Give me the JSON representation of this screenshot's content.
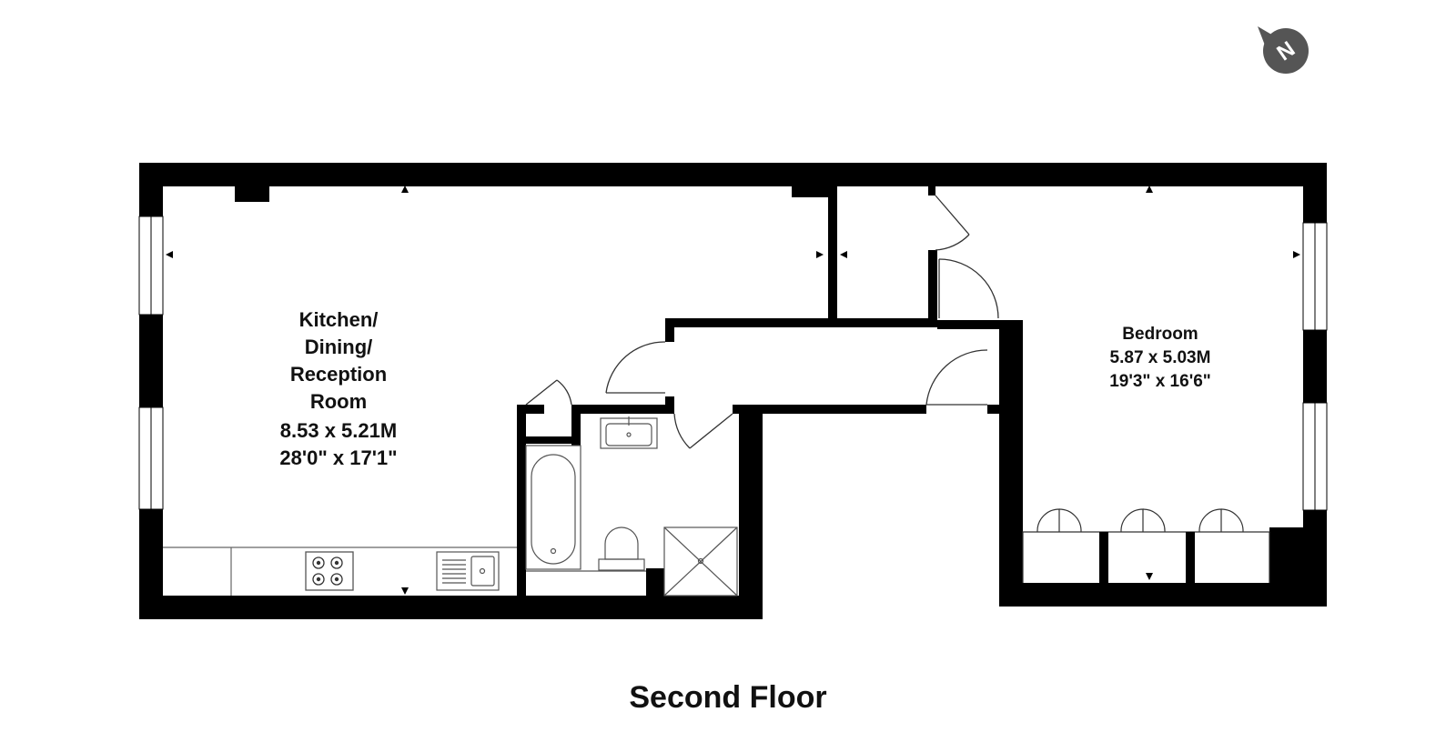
{
  "colors": {
    "wall": "#000000",
    "fixture": "#555555",
    "compass": "#555555"
  },
  "compass": {
    "icon": "north-arrow-icon",
    "letter": "N"
  },
  "rooms": {
    "kitchen": {
      "line1": "Kitchen/",
      "line2": "Dining/",
      "line3": "Reception",
      "line4": "Room",
      "metric": "8.53 x 5.21M",
      "imperial": "28'0\" x 17'1\""
    },
    "bedroom": {
      "name": "Bedroom",
      "metric": "5.87 x 5.03M",
      "imperial": "19'3\" x 16'6\""
    }
  },
  "floor_title": "Second Floor"
}
